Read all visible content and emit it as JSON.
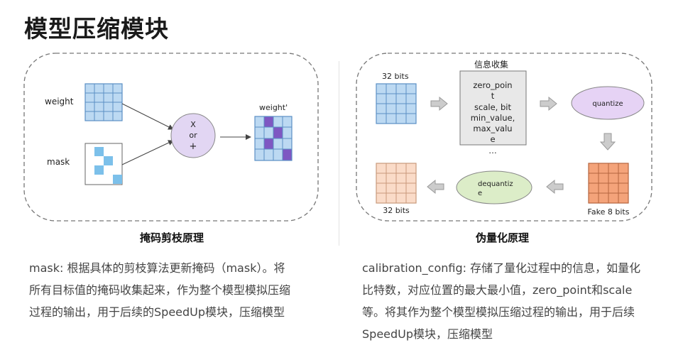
{
  "page_title": "模型压缩模块",
  "left_panel": {
    "weight_label": "weight",
    "mask_label": "mask",
    "op_line1": "X",
    "op_line2": "or",
    "op_line3": "+",
    "output_label": "weight'",
    "caption": "掩码剪枝原理",
    "description": [
      "mask: 根据具体的剪枝算法更新掩码（mask）。将",
      "所有目标值的掩码收集起来，作为整个模型模拟压缩",
      "过程的输出，用于后续的SpeedUp模块，压缩模型"
    ]
  },
  "right_panel": {
    "input_bits_label": "32 bits",
    "info_title": "信息收集",
    "info_lines": [
      "zero_poin",
      "t",
      "scale, bit",
      "min_value,",
      "max_valu",
      "e",
      "…"
    ],
    "quantize_label": "quantize",
    "fake_bits_label": "Fake 8 bits",
    "dequantize_line1": "dequantiz",
    "dequantize_line2": "e",
    "output_bits_label": "32 bits",
    "caption": "伪量化原理",
    "description": [
      "calibration_config: 存储了量化过程中的信息，如量化",
      "比特数，对应位置的最大最小值，zero_point和scale",
      "等。将其作为整个模型模拟压缩过程的输出，用于后续",
      "SpeedUp模块，压缩模型"
    ]
  },
  "colors": {
    "blue_cell": "#bcd9f2",
    "blue_grid_line": "#5b8fc4",
    "mask_cell": "#7cc0ea",
    "pruned_cell": "#7e57c2",
    "op_circle": "#e2d6f3",
    "quantize_ellipse": "#e6d3f5",
    "dequantize_ellipse": "#dcedc8",
    "orange_cell": "#f4a37a",
    "peach_cell": "#fadbc8",
    "info_box": "#e8e8e8",
    "arrow_gray": "#cccccc"
  }
}
